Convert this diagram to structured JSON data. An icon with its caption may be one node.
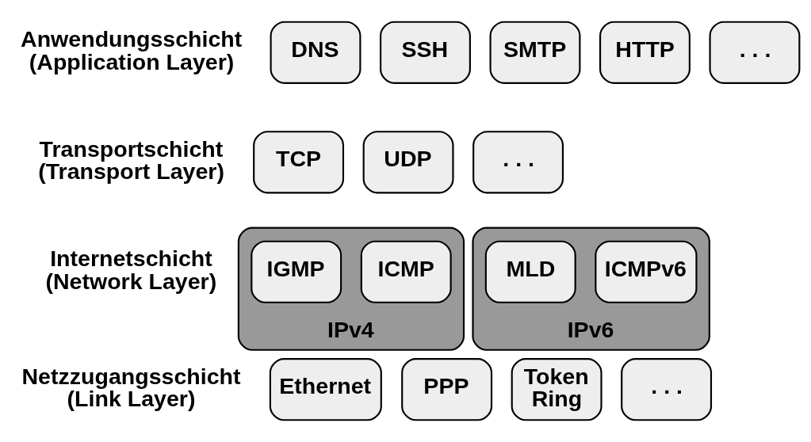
{
  "diagram": {
    "nodes": [
      {
        "text": [
          "DNS"
        ]
      },
      {
        "text": [
          "SSH"
        ]
      },
      {
        "text": [
          "SMTP"
        ]
      },
      {
        "text": [
          "HTTP"
        ]
      },
      {
        "text": [
          ". . ."
        ]
      },
      {
        "text": [
          "TCP"
        ]
      },
      {
        "text": [
          "UDP"
        ]
      },
      {
        "text": [
          ". . ."
        ]
      },
      {
        "text": [
          "IPv4"
        ]
      },
      {
        "text": [
          "IGMP"
        ],
        "in": 8
      },
      {
        "text": [
          "ICMP"
        ],
        "in": 8
      },
      {
        "text": [
          "IPv6"
        ]
      },
      {
        "text": [
          "MLD"
        ],
        "in": 11
      },
      {
        "text": [
          "ICMPv6"
        ],
        "in": 11
      },
      {
        "text": [
          "Ethernet"
        ]
      },
      {
        "text": [
          "PPP"
        ]
      },
      {
        "text": [
          "Token Ring"
        ]
      },
      {
        "text": [
          ". . ."
        ]
      }
    ],
    "labels": [
      "Anwendungsschicht (Application Layer)",
      "Transportschicht (Transport Layer)",
      "Internetschicht (Network Layer)",
      "Netzzugangsschicht (Link Layer)"
    ]
  }
}
